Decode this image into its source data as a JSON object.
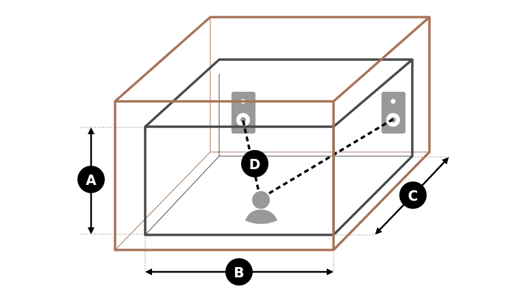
{
  "labels": {
    "height": "A",
    "width": "B",
    "depth": "C",
    "distance": "D"
  },
  "colors": {
    "outer_box": "#a87358",
    "inner_box": "#4a4a4a",
    "speaker": "#999999",
    "listener": "#999999",
    "marker": "#000000"
  },
  "icons": [
    "speaker-icon",
    "speaker-icon",
    "person-icon"
  ]
}
